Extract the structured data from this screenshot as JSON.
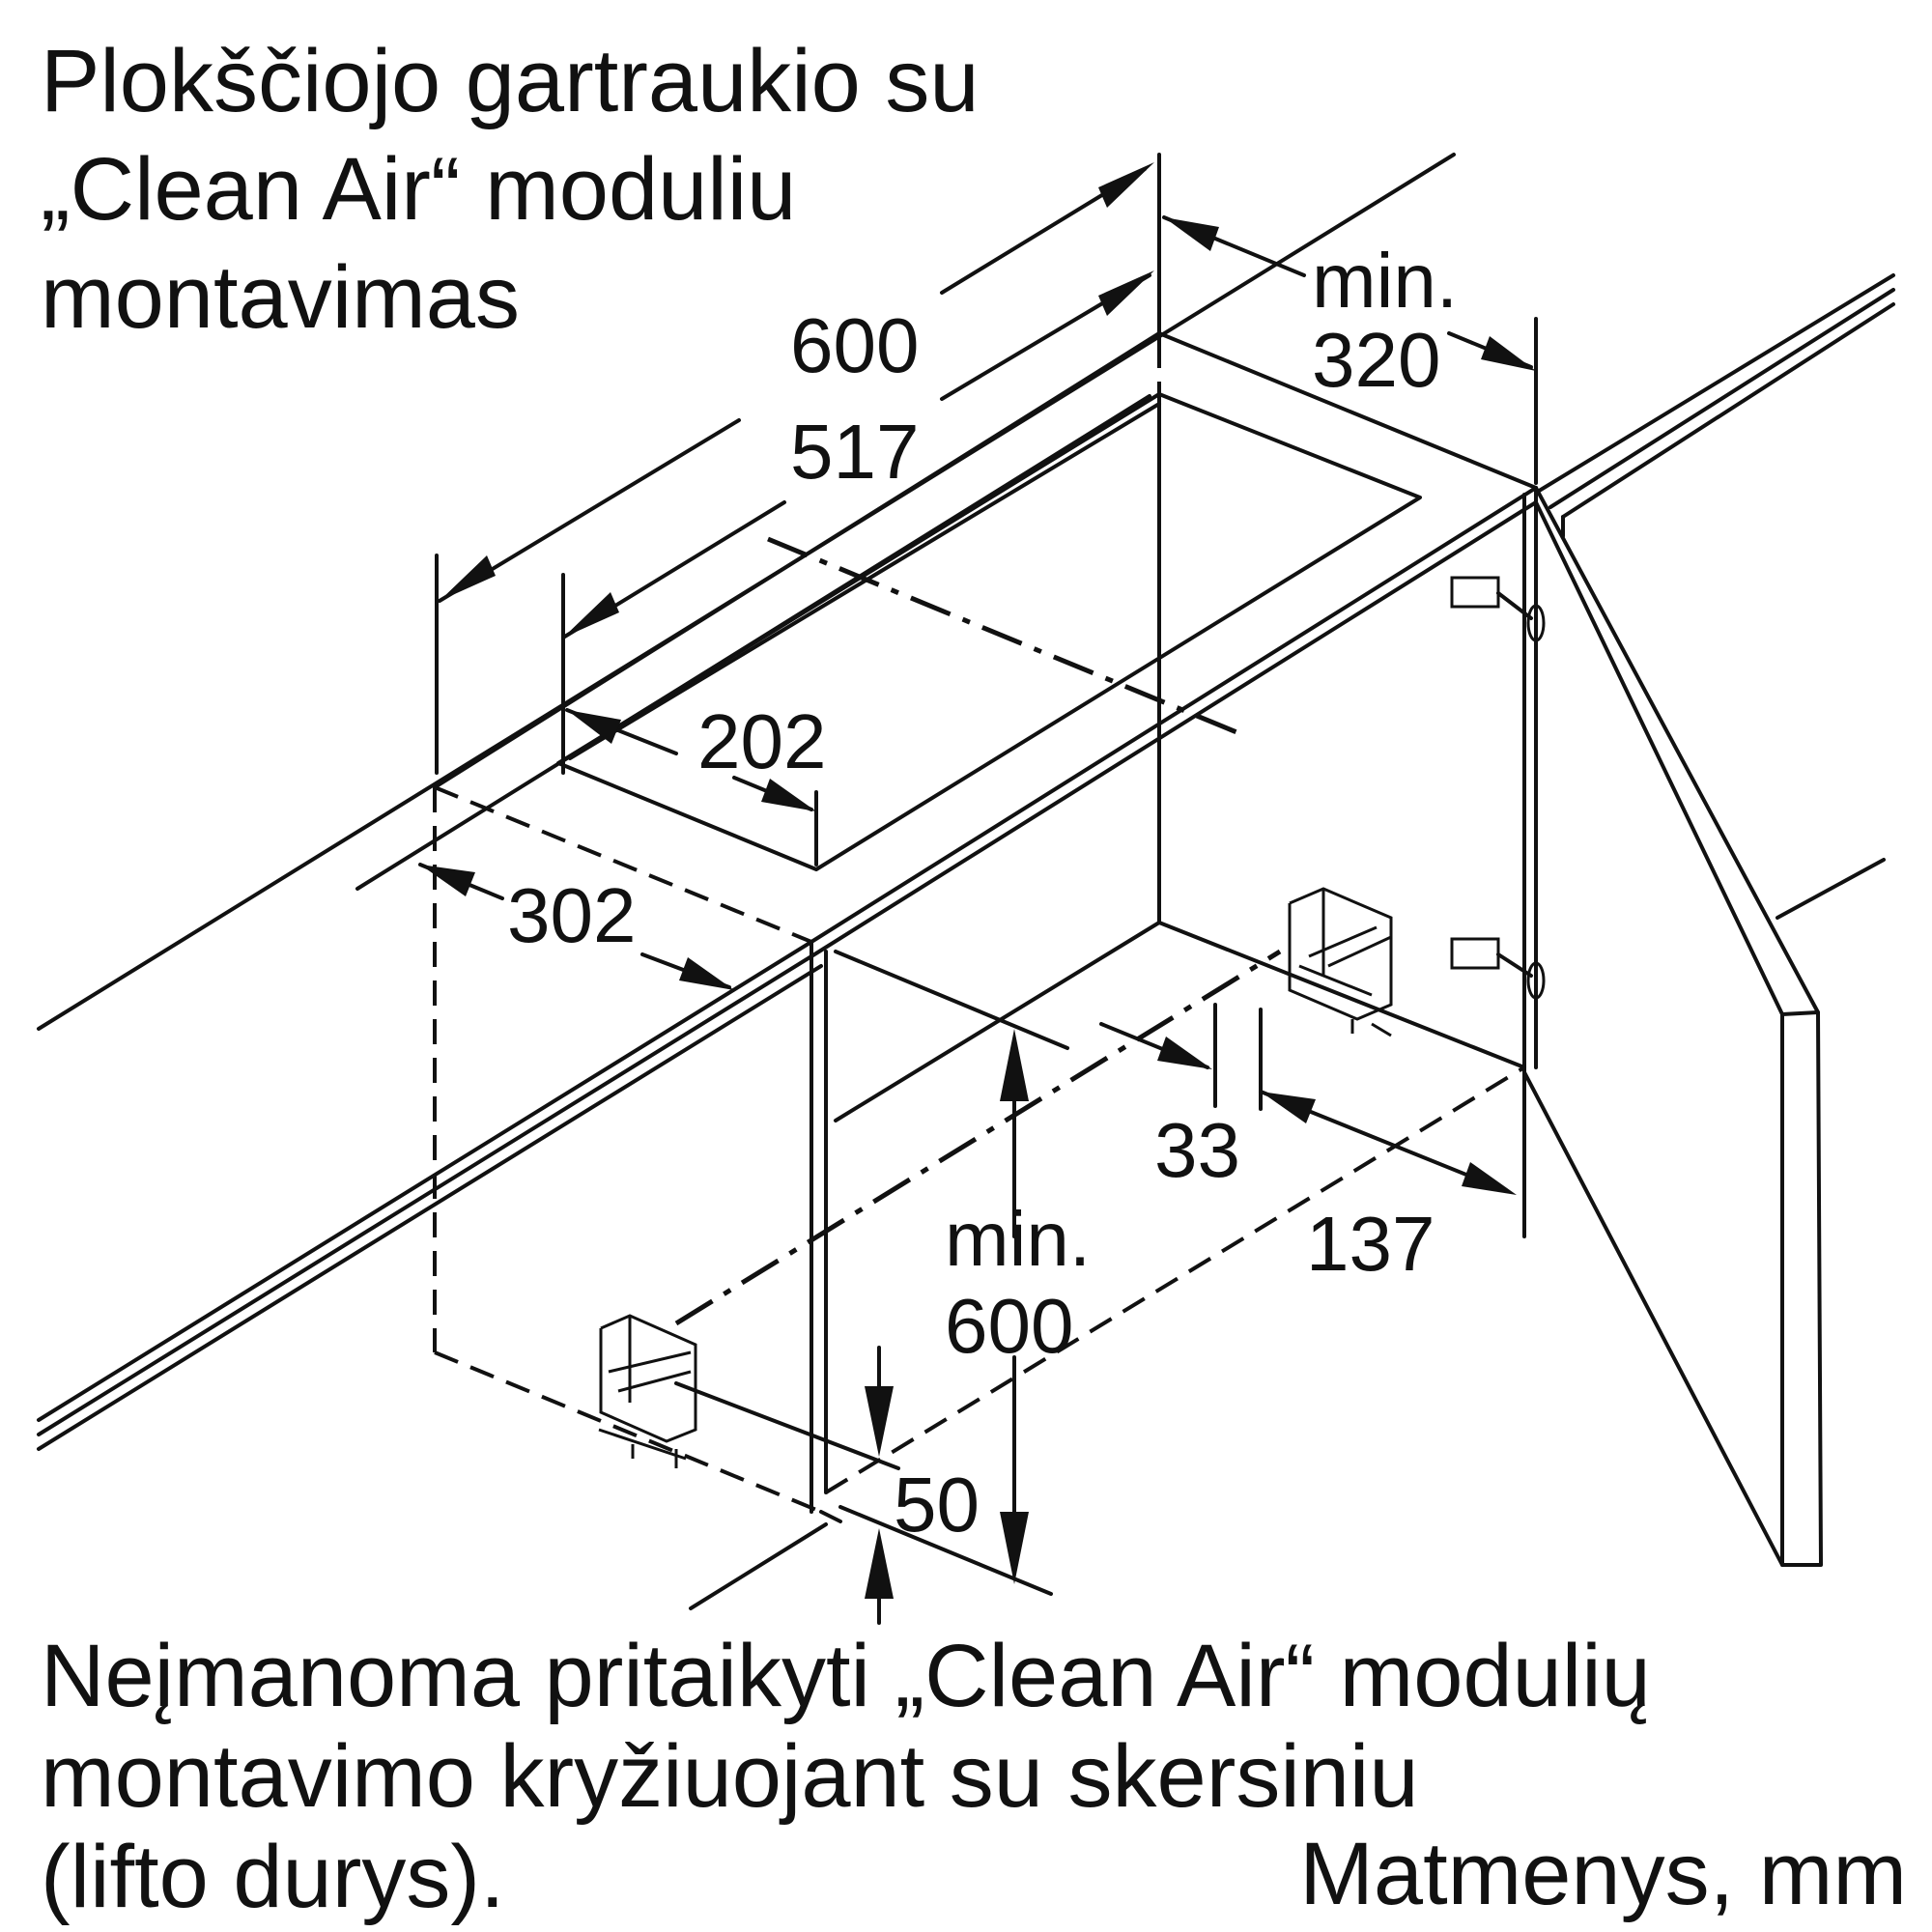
{
  "title": {
    "lines": [
      "Plokščiojo gartraukio su",
      "„Clean Air“ moduliu",
      "montavimas"
    ]
  },
  "note": {
    "lines": [
      "Neįmanoma pritaikyti „Clean Air“ modulių",
      "montavimo kryžiuojant su skersiniu",
      "(lifto durys)."
    ]
  },
  "units": "Matmenys, mm",
  "dimensions": {
    "width_outer": "600",
    "width_inner": "517",
    "cutout_depth": "202",
    "front_offset": "302",
    "min_label": "min.",
    "min_depth": "320",
    "min_height": "600",
    "side_gap": "33",
    "side_offset": "137",
    "bottom_gap": "50"
  }
}
